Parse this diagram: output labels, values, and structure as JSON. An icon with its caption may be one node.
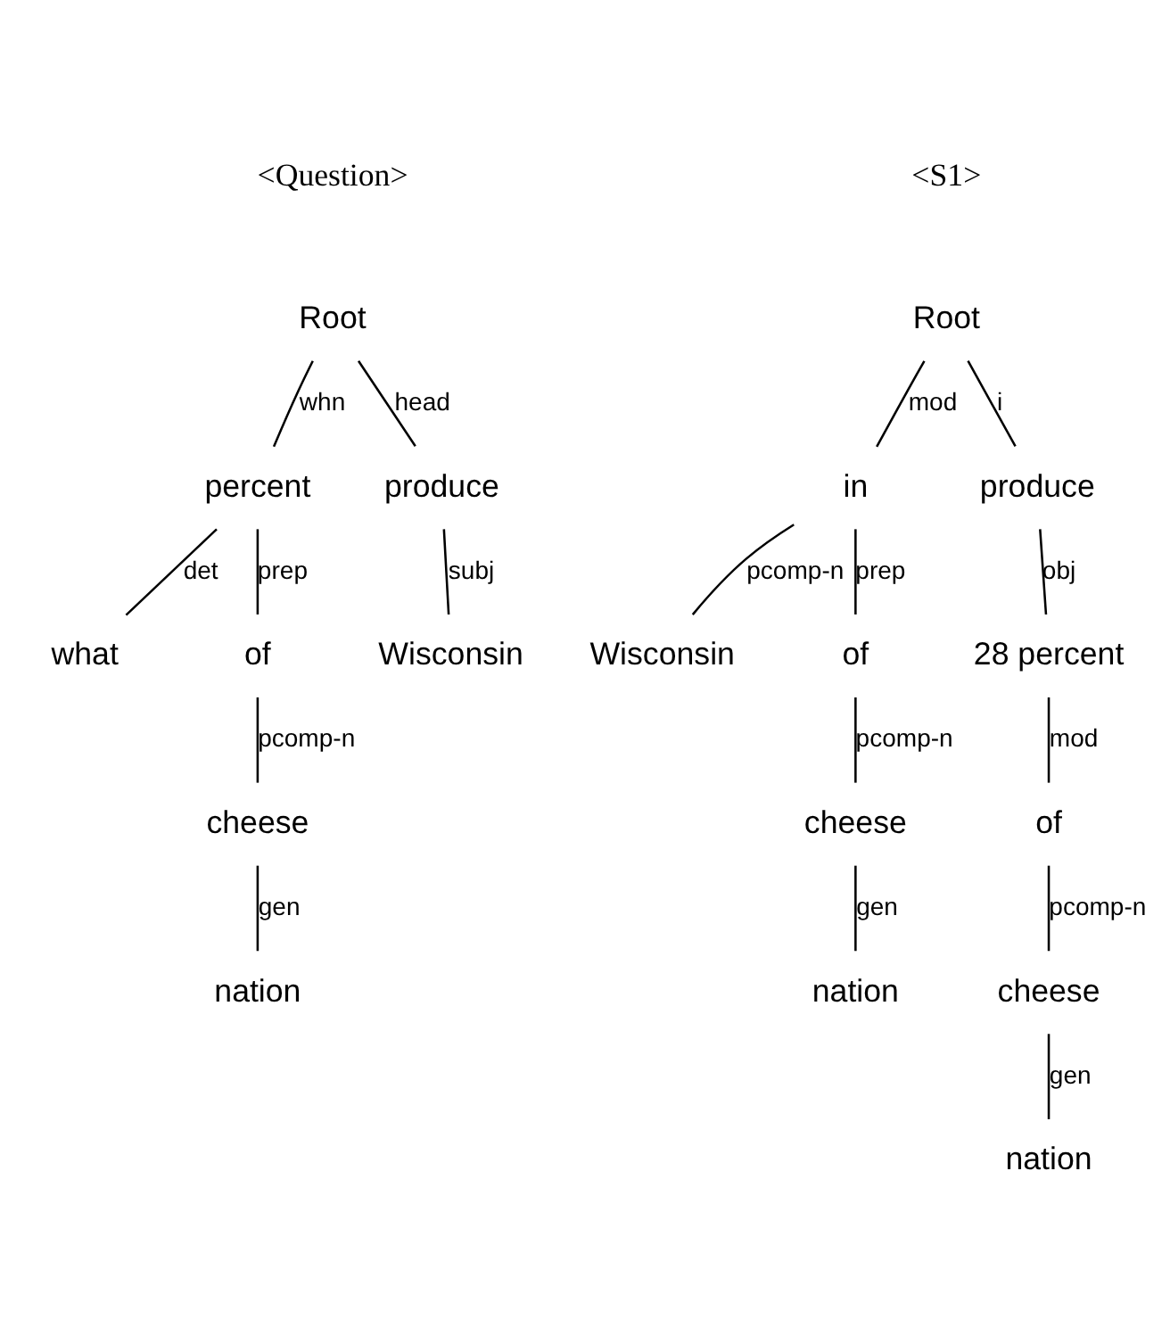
{
  "diagram": {
    "nodes": [
      {
        "text": [
          "Root"
        ]
      },
      {
        "text": [
          "percent"
        ]
      },
      {
        "text": [
          "produce"
        ]
      },
      {
        "text": [
          "what"
        ]
      },
      {
        "text": [
          "of"
        ]
      },
      {
        "text": [
          "Wisconsin"
        ]
      },
      {
        "text": [
          "cheese"
        ]
      },
      {
        "text": [
          "nation"
        ]
      },
      {
        "text": [
          "Root"
        ]
      },
      {
        "text": [
          "in"
        ]
      },
      {
        "text": [
          "produce"
        ]
      },
      {
        "text": [
          "Wisconsin"
        ]
      },
      {
        "text": [
          "of"
        ]
      },
      {
        "text": [
          "28 percent"
        ]
      },
      {
        "text": [
          "cheese"
        ]
      },
      {
        "text": [
          "of"
        ]
      },
      {
        "text": [
          "nation"
        ]
      },
      {
        "text": [
          "cheese"
        ]
      },
      {
        "text": [
          "nation"
        ]
      }
    ],
    "edges": [
      {
        "from": 0,
        "to": 1,
        "arrow": "none",
        "label": "whn"
      },
      {
        "from": 0,
        "to": 2,
        "arrow": "none",
        "label": "head"
      },
      {
        "from": 1,
        "to": 3,
        "arrow": "none",
        "label": "det"
      },
      {
        "from": 1,
        "to": 4,
        "arrow": "none",
        "label": "prep"
      },
      {
        "from": 2,
        "to": 5,
        "arrow": "none",
        "label": "subj"
      },
      {
        "from": 4,
        "to": 6,
        "arrow": "none",
        "label": "pcomp-n"
      },
      {
        "from": 6,
        "to": 7,
        "arrow": "none",
        "label": "gen"
      },
      {
        "from": 8,
        "to": 9,
        "arrow": "none",
        "label": "mod"
      },
      {
        "from": 8,
        "to": 10,
        "arrow": "none",
        "label": "i"
      },
      {
        "from": 9,
        "to": 11,
        "arrow": "none",
        "label": "pcomp-n"
      },
      {
        "from": 9,
        "to": 12,
        "arrow": "none",
        "label": "prep"
      },
      {
        "from": 10,
        "to": 13,
        "arrow": "none",
        "label": "obj"
      },
      {
        "from": 12,
        "to": 14,
        "arrow": "none",
        "label": "pcomp-n"
      },
      {
        "from": 13,
        "to": 15,
        "arrow": "none",
        "label": "mod"
      },
      {
        "from": 14,
        "to": 16,
        "arrow": "none",
        "label": "gen"
      },
      {
        "from": 15,
        "to": 17,
        "arrow": "none",
        "label": "pcomp-n"
      },
      {
        "from": 17,
        "to": 18,
        "arrow": "none",
        "label": "gen"
      }
    ],
    "labels": [
      "<Question>",
      "<S1>"
    ]
  }
}
